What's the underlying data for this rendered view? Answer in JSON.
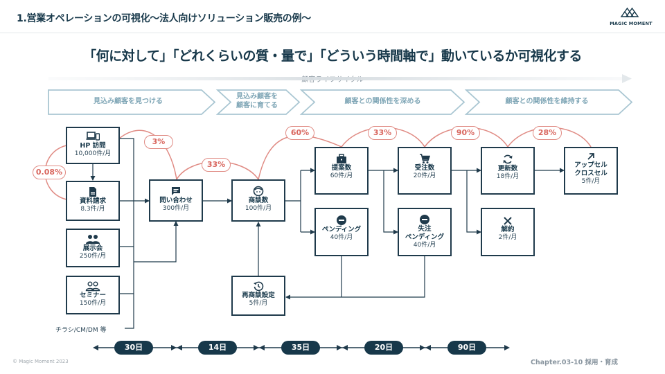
{
  "header": {
    "title": "1.営業オペレーションの可視化〜法人向けソリューション販売の例〜",
    "logo_text": "MAGIC MOMENT"
  },
  "headline": "「何に対して」「どれくらいの質・量で」「どういう時間軸で」動いているか可視化する",
  "lifecycle": {
    "label": "顧客ライフサイクル",
    "stages": [
      {
        "line1": "見込み顧客を見つける",
        "line2": ""
      },
      {
        "line1": "見込み顧客を",
        "line2": "顧客に育てる"
      },
      {
        "line1": "顧客との関係性を深める",
        "line2": ""
      },
      {
        "line1": "顧客との関係性を維持する",
        "line2": ""
      }
    ]
  },
  "nodes": {
    "hp": {
      "label": "HP 訪問",
      "value": "10,000件/月",
      "icon": "laptop-phone-icon"
    },
    "doc": {
      "label": "資料請求",
      "value": "8.3件/月",
      "icon": "document-icon"
    },
    "expo": {
      "label": "展示会",
      "value": "250件/月",
      "icon": "group-icon"
    },
    "seminar": {
      "label": "セミナー",
      "value": "150件/月",
      "icon": "people-outline-icon"
    },
    "inquiry": {
      "label": "問い合わせ",
      "value": "300件/月",
      "icon": "chat-icon"
    },
    "meeting": {
      "label": "商談数",
      "value": "100件/月",
      "icon": "face-icon"
    },
    "reschedule": {
      "label": "再商談設定",
      "value": "5件/月",
      "icon": "history-icon"
    },
    "proposal": {
      "label": "提案数",
      "value": "60件/月",
      "icon": "briefcase-icon"
    },
    "pending": {
      "label": "ペンディング",
      "value": "40件/月",
      "icon": "minus-circle-icon"
    },
    "order": {
      "label": "受注数",
      "value": "20件/月",
      "icon": "cart-icon"
    },
    "lost_label1": "失注",
    "lost": {
      "label": "ペンディング",
      "value": "40件/月",
      "icon": "minus-circle-icon"
    },
    "renewal": {
      "label": "更新数",
      "value": "18件/月",
      "icon": "refresh-icon"
    },
    "cancel": {
      "label": "解約",
      "value": "2件/月",
      "icon": "close-icon"
    },
    "upsell_label1": "アップセル",
    "upsell": {
      "label": "クロスセル",
      "value": "5件/月",
      "icon": "arrow-up-right-icon"
    }
  },
  "rates": [
    "0.08%",
    "3%",
    "33%",
    "60%",
    "33%",
    "90%",
    "28%"
  ],
  "misc_text": "チラシ/CM/DM 等",
  "durations": [
    "30日",
    "14日",
    "35日",
    "20日",
    "90日"
  ],
  "footer": {
    "copyright": "© Magic Moment 2023",
    "chapter": "Chapter.03-10 採用・育成"
  },
  "colors": {
    "navy": "#1f3a4b",
    "coral": "#e08b84",
    "chevron": "#a9c6d2"
  }
}
